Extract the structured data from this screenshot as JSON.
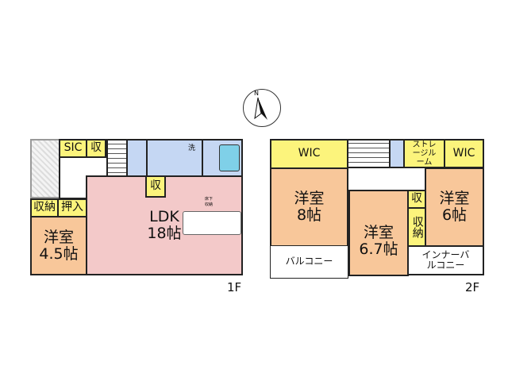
{
  "compass": {
    "label": "N"
  },
  "floor1": {
    "label": "1F",
    "sic": "SIC",
    "storage1": "収",
    "storage2": "収",
    "wash": "洗",
    "underfloor": "床下収納",
    "closet": "収納",
    "oshiire": "押入",
    "ldk": {
      "name": "LDK",
      "size": "18帖"
    },
    "western": {
      "name": "洋室",
      "size": "4.5帖"
    }
  },
  "floor2": {
    "label": "2F",
    "wic_left": "WIC",
    "wic_right": "WIC",
    "storage_room": "ストレージルーム",
    "room8": {
      "name": "洋室",
      "size": "8帖"
    },
    "room67": {
      "name": "洋室",
      "size": "6.7帖"
    },
    "room6": {
      "name": "洋室",
      "size": "6帖"
    },
    "storage": "収",
    "closet": "収納",
    "balcony": "バルコニー",
    "inner_balcony": "インナーバルコニー"
  }
}
